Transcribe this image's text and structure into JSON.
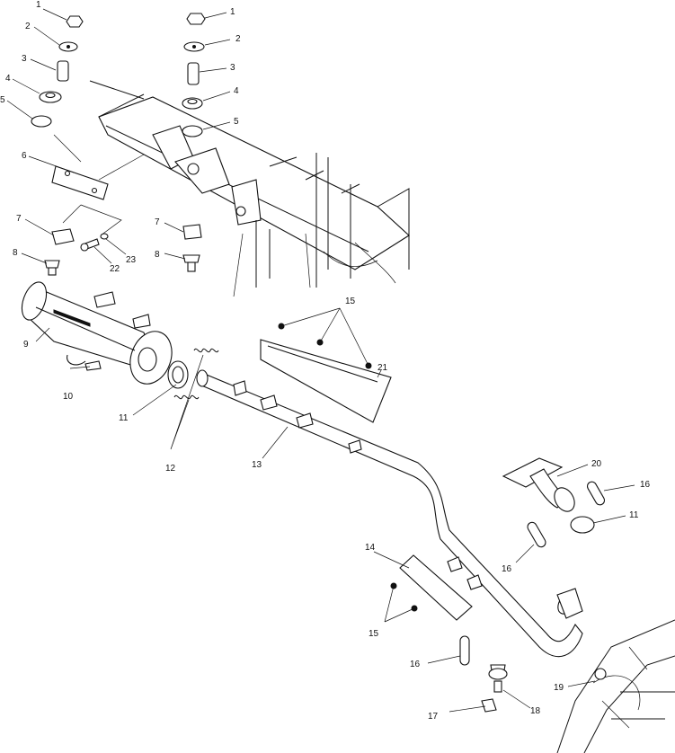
{
  "callouts": [
    {
      "id": "c1a",
      "text": "1"
    },
    {
      "id": "c2a",
      "text": "2"
    },
    {
      "id": "c3a",
      "text": "3"
    },
    {
      "id": "c4a",
      "text": "4"
    },
    {
      "id": "c5a",
      "text": "5"
    },
    {
      "id": "c1b",
      "text": "1"
    },
    {
      "id": "c2b",
      "text": "2"
    },
    {
      "id": "c3b",
      "text": "3"
    },
    {
      "id": "c4b",
      "text": "4"
    },
    {
      "id": "c5b",
      "text": "5"
    },
    {
      "id": "c6",
      "text": "6"
    },
    {
      "id": "c7a",
      "text": "7"
    },
    {
      "id": "c7b",
      "text": "7"
    },
    {
      "id": "c8a",
      "text": "8"
    },
    {
      "id": "c8b",
      "text": "8"
    },
    {
      "id": "c22",
      "text": "22"
    },
    {
      "id": "c23",
      "text": "23"
    },
    {
      "id": "c9",
      "text": "9"
    },
    {
      "id": "c10",
      "text": "10"
    },
    {
      "id": "c11a",
      "text": "11"
    },
    {
      "id": "c12",
      "text": "12"
    },
    {
      "id": "c13",
      "text": "13"
    },
    {
      "id": "c15a",
      "text": "15"
    },
    {
      "id": "c21",
      "text": "21"
    },
    {
      "id": "c20",
      "text": "20"
    },
    {
      "id": "c16a",
      "text": "16"
    },
    {
      "id": "c11b",
      "text": "11"
    },
    {
      "id": "c16b",
      "text": "16"
    },
    {
      "id": "c14",
      "text": "14"
    },
    {
      "id": "c15b",
      "text": "15"
    },
    {
      "id": "c16c",
      "text": "16"
    },
    {
      "id": "c19",
      "text": "19"
    },
    {
      "id": "c17",
      "text": "17"
    },
    {
      "id": "c18",
      "text": "18"
    }
  ]
}
